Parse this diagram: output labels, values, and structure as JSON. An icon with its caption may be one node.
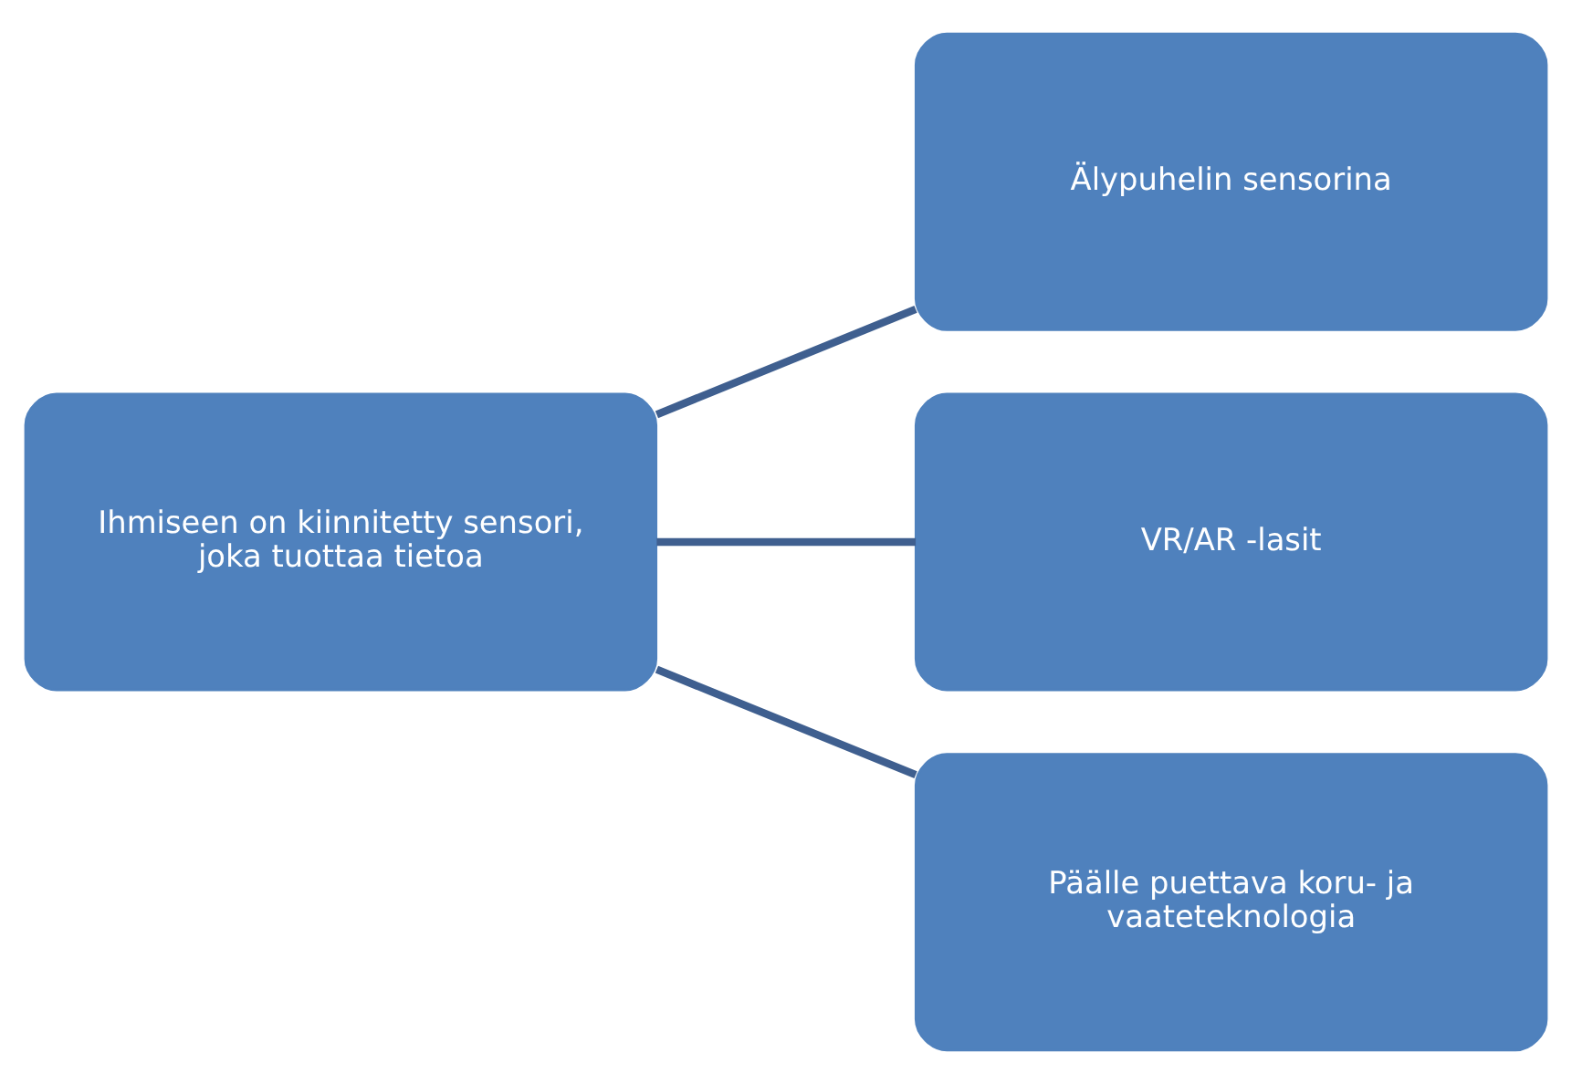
{
  "diagram": {
    "nodes": [
      {
        "text": [
          "Ihmiseen on kiinnitetty sensori, joka tuottaa tietoa"
        ]
      },
      {
        "text": [
          "Älypuhelin sensorina"
        ]
      },
      {
        "text": [
          "VR/AR -lasit"
        ]
      },
      {
        "text": [
          "Päälle puettava koru- ja vaateteknologia"
        ]
      }
    ],
    "edges": [
      {
        "from": 0,
        "to": 1,
        "arrow": "none"
      },
      {
        "from": 0,
        "to": 2,
        "arrow": "none"
      },
      {
        "from": 0,
        "to": 3,
        "arrow": "none"
      }
    ]
  }
}
